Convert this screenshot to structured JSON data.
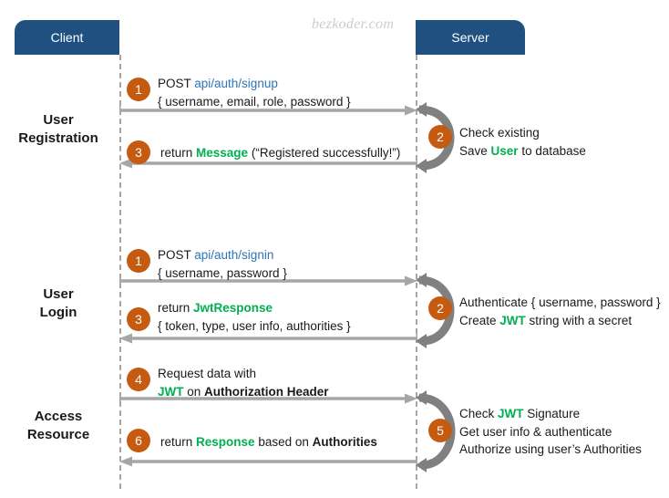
{
  "watermark": "bezkoder.com",
  "colors": {
    "header_blue": "#1F5080",
    "step_orange": "#C55A11",
    "link_blue": "#2E75B6",
    "highlight_green": "#00B050",
    "arrow_gray": "#A6A6A6",
    "loop_gray": "#808080",
    "lifeline_gray": "#A6A6A6"
  },
  "actors": {
    "client": "Client",
    "server": "Server"
  },
  "sections": [
    {
      "id": "user-registration",
      "label_line1": "User",
      "label_line2": "Registration"
    },
    {
      "id": "user-login",
      "label_line1": "User",
      "label_line2": "Login"
    },
    {
      "id": "access-resource",
      "label_line1": "Access",
      "label_line2": "Resource"
    }
  ],
  "steps": {
    "s1_signup": {
      "number": "1",
      "line1_pre": "POST ",
      "line1_link": "api/auth/signup",
      "line2": "{ username, email, role, password }"
    },
    "s2_register": {
      "number": "2",
      "line1": "Check existing",
      "line2_pre": "Save ",
      "line2_green": "User",
      "line2_post": " to database"
    },
    "s3_register_return": {
      "number": "3",
      "line1_pre": "return ",
      "line1_green": "Message",
      "line1_post": " (“Registered successfully!”)"
    },
    "s1_signin": {
      "number": "1",
      "line1_pre": "POST ",
      "line1_link": "api/auth/signin",
      "line2": "{ username, password }"
    },
    "s2_login": {
      "number": "2",
      "line1": "Authenticate { username, password }",
      "line2_pre": "Create ",
      "line2_green": "JWT",
      "line2_post": " string with a secret"
    },
    "s3_login_return": {
      "number": "3",
      "line1_pre": "return ",
      "line1_green": "JwtResponse",
      "line2": "{ token, type, user info, authorities }"
    },
    "s4_request": {
      "number": "4",
      "line1": "Request  data with",
      "line2_green": "JWT",
      "line2_mid": " on ",
      "line2_bold": "Authorization Header"
    },
    "s5_verify": {
      "number": "5",
      "line1_pre": "Check ",
      "line1_green": "JWT",
      "line1_post": " Signature",
      "line2": "Get user info & authenticate",
      "line3": "Authorize using user’s Authorities"
    },
    "s6_response": {
      "number": "6",
      "line1_pre": "return ",
      "line1_green": "Response",
      "line1_mid": " based on ",
      "line1_bold": "Authorities"
    }
  }
}
